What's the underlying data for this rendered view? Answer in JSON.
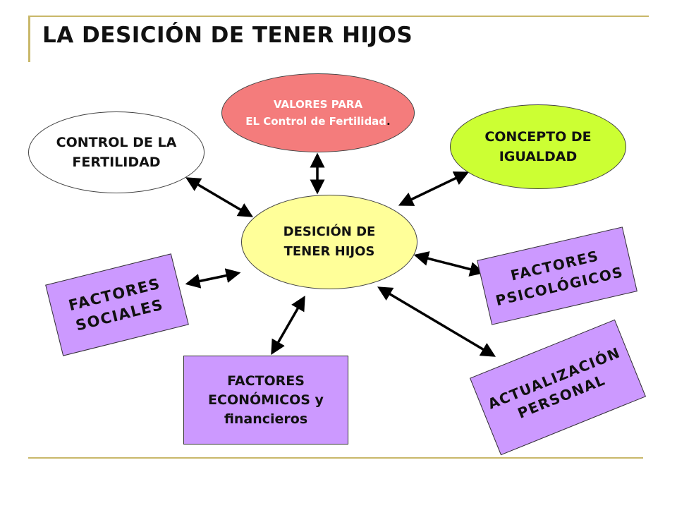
{
  "title": "LA DESICIÓN DE TENER HIJOS",
  "colors": {
    "accent_line": "#c9b86a",
    "values_fill": "#f47c7c",
    "equality_fill": "#ccff33",
    "center_fill": "#ffff99",
    "factor_fill": "#cc99ff",
    "control_fill": "#ffffff"
  },
  "nodes": {
    "values": {
      "line1": "VALORES PARA",
      "line2": "EL Control de Fertilidad",
      "dot": "."
    },
    "control": "CONTROL DE LA\nFERTILIDAD",
    "equality": "CONCEPTO DE\nIGUALDAD",
    "center": "DESICIÓN DE\nTENER HIJOS",
    "social": "FACTORES\nSOCIALES",
    "psychological": "FACTORES\nPSICOLÓGICOS",
    "economic": "FACTORES\nECONÓMICOS y\nfinancieros",
    "personal": "ACTUALIZACIÓN\nPERSONAL"
  }
}
